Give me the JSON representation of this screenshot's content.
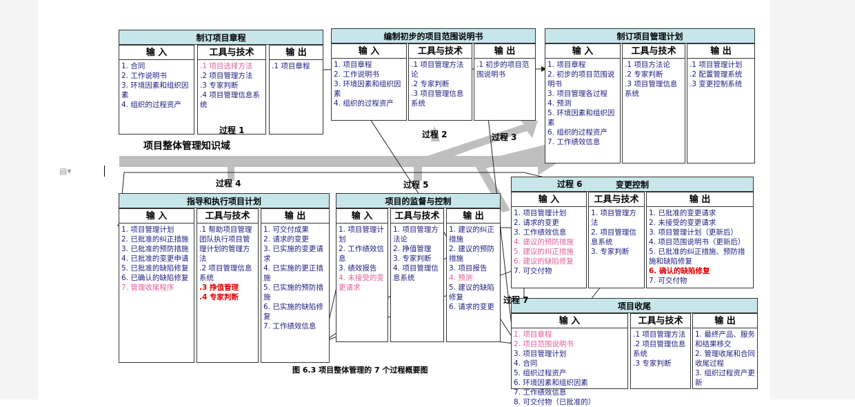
{
  "knowledge_area": "项目整体管理知识域",
  "caption": "图 6.3  项目整体管理的 7 个过程概要图",
  "process_labels": [
    "过程 1",
    "过程 2",
    "过程 3",
    "过程 4",
    "过程 5",
    "过程 6",
    "过程 7"
  ],
  "headers": {
    "input": "输 入",
    "tools": "工具与技术",
    "output": "输 出"
  },
  "p1": {
    "title": "制订项目章程",
    "inputs": [
      "1. 合同",
      "2. 工作说明书",
      "3. 环境因素和组织因素",
      "4. 组织的过程资产"
    ],
    "tools": [
      ".1 项目选择方法",
      ".2 项目管理方法",
      ".3 专家判断",
      ".4 项目管理信息系统"
    ],
    "outputs": [
      ".1 项目章程"
    ]
  },
  "p2": {
    "title": "编制初步的项目范围说明书",
    "inputs": [
      "1. 项目章程",
      "2. 工作说明书",
      "3. 环境因素和组织因素",
      "4. 组织的过程资产"
    ],
    "tools": [
      ".1 项目管理方法论",
      ".2 专家判断",
      ".3 项目管理信息系统"
    ],
    "outputs": [
      ".1 初步的项目范围说明书"
    ]
  },
  "p3": {
    "title": "制订项目管理计划",
    "inputs": [
      "1. 项目章程",
      "2. 初步的项目范围说明书",
      "3. 项目管理各过程",
      "4. 预测",
      "5. 环境因素和组织因素",
      "6. 组织的过程资产",
      "7. 工作绩效信息"
    ],
    "tools": [
      ".1 项目方法论",
      ".2 专家判断",
      ".3 项目管理信息系统"
    ],
    "outputs": [
      ".1 项目管理计划",
      ".2 配置管理系统",
      ".3 变更控制系统"
    ]
  },
  "p4": {
    "title": "指导和执行项目计划",
    "inputs": [
      "1. 项目管理计划",
      "2. 已批准的纠正措施",
      "3. 已批准的预防措施",
      "4. 已批准的变更申请",
      "5. 已批准的缺陷修复",
      "6. 已确认的缺陷修复",
      "7. 管理收尾程序"
    ],
    "tools": [
      ".1 帮助项目管理团队执行项目管理计划的管理方法",
      ".2 项目管理信息系统",
      ".3 挣值管理",
      ".4 专家判断"
    ],
    "outputs": [
      "1. 可交付成果",
      "2. 请求的变更",
      "3. 已实施的变更请求",
      "4. 已实施的更正措施",
      "5. 已实施的预防措施",
      "6. 已实施的缺陷修复",
      "7. 工作绩效信息"
    ]
  },
  "p5": {
    "title": "项目的监督与控制",
    "inputs": [
      "1. 项目管理计划",
      "2. 工作绩效信息",
      "3. 绩效报告",
      "4. 未接受的变更请求"
    ],
    "tools": [
      "1. 项目管理方法论",
      "2. 挣值管理",
      "3. 专家判断",
      "4. 项目管理信息系统"
    ],
    "outputs": [
      "1. 建议的纠正措施",
      "2. 建议的预防措施",
      "3. 项目报告",
      "4. 预测",
      "5. 建议的缺陷修复",
      "6. 请求的变更"
    ]
  },
  "p6": {
    "title": "变更控制",
    "inputs": [
      "1. 项目管理计划",
      "2. 请求的变更",
      "3. 工作绩效信息",
      "4. 建议的预防措施",
      "5. 建议的纠正措施",
      "6. 建议的缺陷修复",
      "7. 可交付物"
    ],
    "tools": [
      "1. 项目管理方法",
      "2. 项目管理信息系统",
      "3. 专家判断"
    ],
    "outputs": [
      "1. 已批准的变更请求",
      "2. 未接受的变更请求",
      "3. 项目管理计划（更新后）",
      "4. 项目范围说明书（更新后）",
      "5. 已批准的纠正措施、预防措施和缺陷修复",
      "6. 确认的缺陷修复",
      "7. 可交付物"
    ]
  },
  "p7": {
    "title": "项目收尾",
    "inputs": [
      "1. 项目章程",
      "2. 项目范围说明书",
      "3. 项目管理计划",
      "4. 合同",
      "5. 组织过程资产",
      "6. 环境因素和组织因素",
      "7. 工作绩效信息",
      "8. 可交付物（已批准的）"
    ],
    "tools": [
      ".1 项目管理方法",
      ".2 项目管理信息系统",
      ".3 专家判断"
    ],
    "outputs": [
      "1. 最终产品、服务和结果移交",
      "2. 管理收尾和合同收尾过程",
      "3. 组织过程资产更新"
    ]
  }
}
